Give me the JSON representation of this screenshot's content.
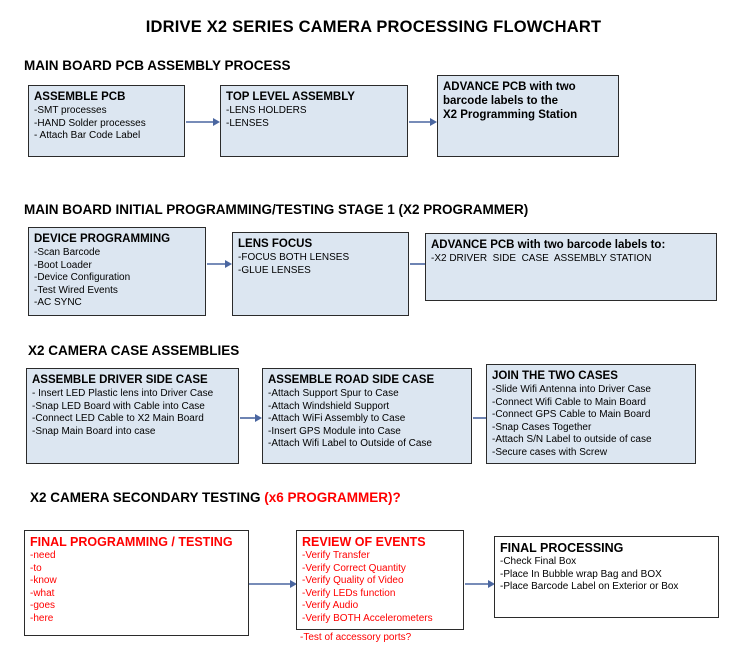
{
  "title": "IDRIVE X2  SERIES CAMERA PROCESSING FLOWCHART",
  "colors": {
    "box_fill": "#dce6f1",
    "box_border": "#2b2b2b",
    "accent_red": "#ff0000",
    "arrow": "#4a66a0"
  },
  "sections": [
    {
      "id": "main-board-pcb-assembly",
      "heading": "MAIN BOARD PCB ASSEMBLY PROCESS",
      "boxes": [
        {
          "id": "assemble-pcb",
          "title": "ASSEMBLE PCB",
          "lines": [
            "-SMT processes",
            "-HAND Solder processes",
            "- Attach Bar Code Label"
          ]
        },
        {
          "id": "top-level-assembly",
          "title": "TOP LEVEL ASSEMBLY",
          "lines": [
            "-LENS HOLDERS",
            "-LENSES"
          ]
        },
        {
          "id": "advance-pcb-x2-programming-station",
          "title": "ADVANCE PCB with two\nbarcode labels to the\nX2 Programming Station",
          "lines": []
        }
      ]
    },
    {
      "id": "main-board-initial-programming",
      "heading": "MAIN BOARD INITIAL PROGRAMMING/TESTING STAGE 1 (X2 PROGRAMMER)",
      "boxes": [
        {
          "id": "device-programming",
          "title": "DEVICE PROGRAMMING",
          "lines": [
            "-Scan Barcode",
            "-Boot Loader",
            "-Device Configuration",
            "-Test Wired Events",
            "-AC SYNC"
          ]
        },
        {
          "id": "lens-focus",
          "title": "LENS FOCUS",
          "lines": [
            "-FOCUS BOTH LENSES",
            "-GLUE LENSES"
          ]
        },
        {
          "id": "advance-pcb-driver-side",
          "title": "ADVANCE PCB with two barcode labels to:",
          "lines": [
            "-X2 DRIVER  SIDE  CASE  ASSEMBLY STATION"
          ]
        }
      ]
    },
    {
      "id": "x2-camera-case-assemblies",
      "heading": "X2 CAMERA CASE ASSEMBLIES",
      "boxes": [
        {
          "id": "assemble-driver-side-case",
          "title": "ASSEMBLE DRIVER SIDE CASE",
          "lines": [
            "- Insert LED Plastic lens into Driver Case",
            "-Snap LED Board with Cable into Case",
            "-Connect LED Cable to X2 Main Board",
            "-Snap Main Board into case"
          ]
        },
        {
          "id": "assemble-road-side-case",
          "title": "ASSEMBLE ROAD SIDE CASE",
          "lines": [
            "-Attach Support Spur to Case",
            "-Attach Windshield Support",
            "-Attach WiFi Assembly to Case",
            "-Insert GPS Module into Case",
            "-Attach Wifi Label to Outside of Case"
          ]
        },
        {
          "id": "join-the-two-cases",
          "title": "JOIN THE TWO CASES",
          "lines": [
            "-Slide Wifi Antenna into Driver Case",
            "-Connect Wifi Cable to Main Board",
            "-Connect GPS Cable to Main Board",
            "-Snap Cases Together",
            "-Attach S/N Label to outside of case",
            "-Secure cases with Screw"
          ]
        }
      ]
    },
    {
      "id": "x2-camera-secondary-testing",
      "heading_plain": "X2 CAMERA SECONDARY TESTING ",
      "heading_red": "(x6 PROGRAMMER)?",
      "boxes": [
        {
          "id": "final-programming-testing",
          "title": "FINAL PROGRAMMING / TESTING",
          "lines": [
            "-need",
            "-to",
            "-know",
            "-what",
            "-goes",
            "-here"
          ]
        },
        {
          "id": "review-of-events",
          "title": "REVIEW OF EVENTS",
          "lines": [
            "-Verify Transfer",
            "-Verify Correct Quantity",
            "-Verify Quality of Video",
            "-Verify LEDs function",
            "-Verify Audio",
            "-Verify BOTH Accelerometers"
          ],
          "overflow_line": "-Test of accessory ports?"
        },
        {
          "id": "final-processing",
          "title": "FINAL PROCESSING",
          "lines": [
            "-Check Final Box",
            "-Place In Bubble wrap Bag and BOX",
            "-Place Barcode Label on Exterior or Box"
          ]
        }
      ]
    }
  ]
}
